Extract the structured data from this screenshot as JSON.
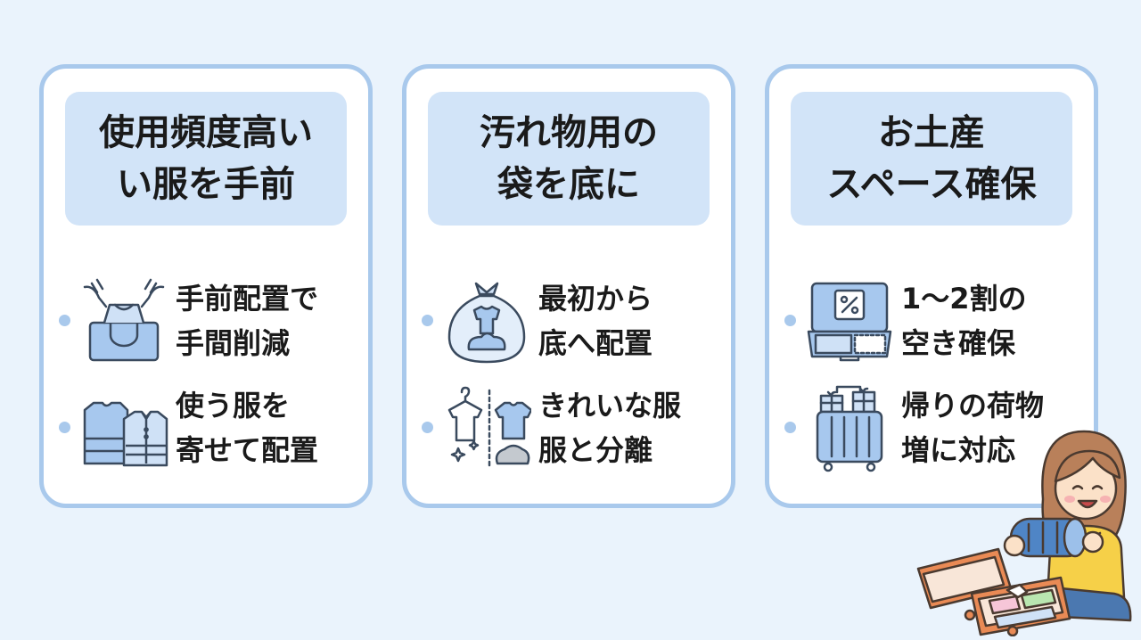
{
  "cards": [
    {
      "title": "使用頻度高い\nい服を手前",
      "items": [
        {
          "icon": "folding-clothes-into-bag-icon",
          "text": "手前配置で\n手間削減"
        },
        {
          "icon": "stacked-shirts-icon",
          "text": "使う服を\n寄せて配置"
        }
      ]
    },
    {
      "title": "汚れ物用の\n袋を底に",
      "items": [
        {
          "icon": "laundry-bag-icon",
          "text": "最初から\n底へ配置"
        },
        {
          "icon": "clean-dirty-clothes-icon",
          "text": "きれいな服\n服と分離"
        }
      ]
    },
    {
      "title": "お土産\nスペース確保",
      "items": [
        {
          "icon": "open-suitcase-percent-icon",
          "text": "1〜2割の\n空き確保"
        },
        {
          "icon": "suitcase-with-gifts-icon",
          "text": "帰りの荷物\n増に対応"
        }
      ]
    }
  ],
  "colors": {
    "background": "#eaf3fc",
    "card_border": "#a9c9ec",
    "title_fill": "#d2e4f8",
    "icon_fill": "#a7c8ee",
    "icon_stroke": "#3a4a5e"
  },
  "illustration": {
    "icon": "woman-packing-suitcase-illustration"
  }
}
